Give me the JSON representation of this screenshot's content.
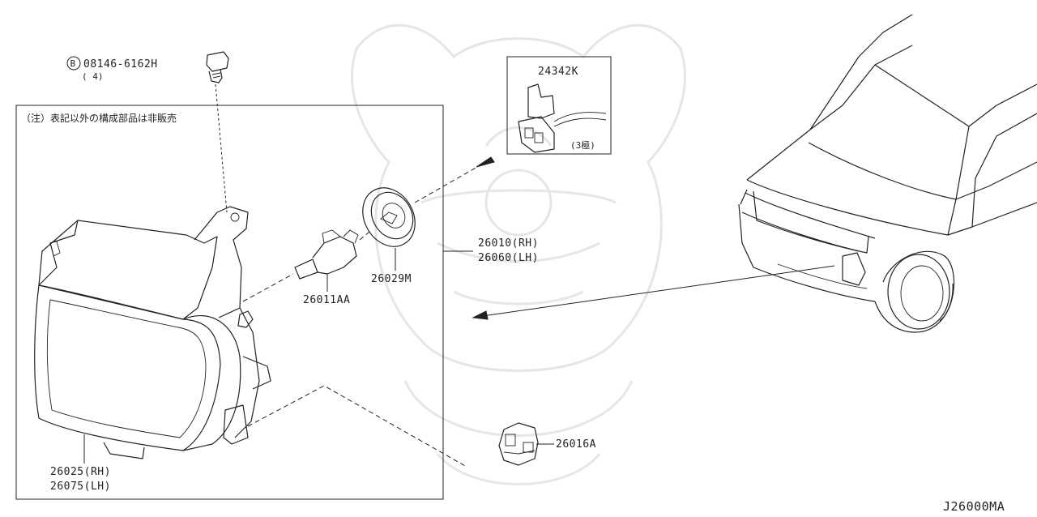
{
  "note": "（注）表記以外の構成部品は非販売",
  "bolt": {
    "symbol": "B",
    "part_no": "08146-6162H",
    "qty": "( 4)"
  },
  "inset": {
    "part_no": "24342K",
    "pins": "(3極)"
  },
  "parts": {
    "assembly_rh": "26010(RH)",
    "assembly_lh": "26060(LH)",
    "socket": "26029M",
    "bulb": "26011AA",
    "lamp_rh": "26025(RH)",
    "lamp_lh": "26075(LH)",
    "connector": "26016A"
  },
  "diagram_code": "J26000MA"
}
